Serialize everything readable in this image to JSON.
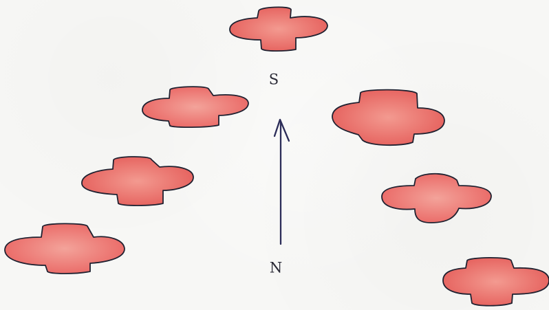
{
  "labels": {
    "top": "S",
    "bottom": "N"
  },
  "shape_count": 7,
  "colors": {
    "shape_fill": "#e85f5b",
    "shape_outline": "#1f2130",
    "arrow": "#2b2c58",
    "label": "#2a2a36",
    "background": "#f7f7f5"
  }
}
